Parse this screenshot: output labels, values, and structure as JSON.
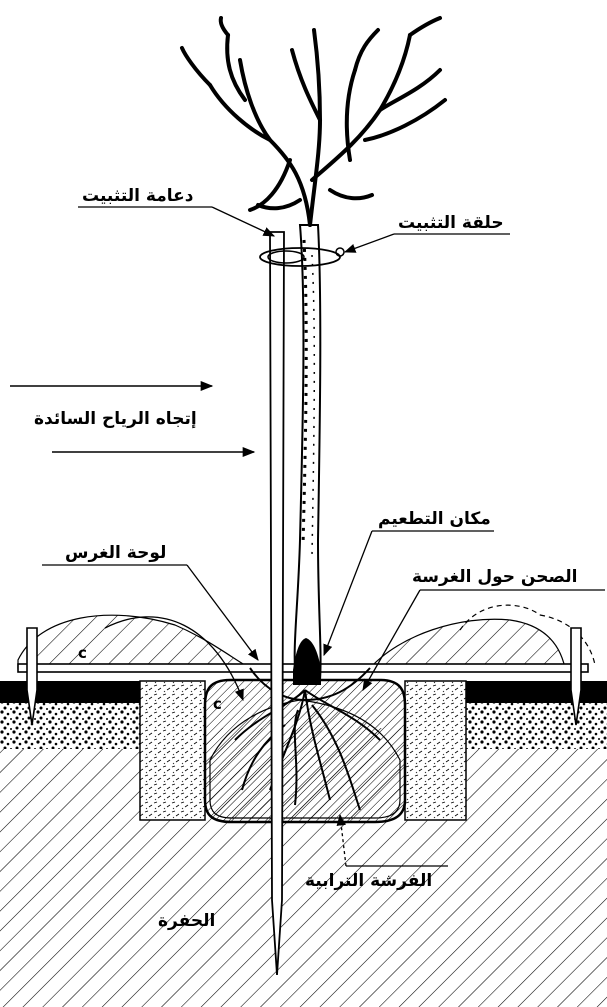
{
  "labels": {
    "stake": "دعامة التثبيت",
    "tie_ring": "حلقة التثبيت",
    "wind_direction": "إتجاه الرياح السائدة",
    "graft_point": "مكان التطعيم",
    "planting_board": "لوحة الغرس",
    "basin": "الصحن حول الغرسة",
    "soil_bed": "الفرشة الترابية",
    "pit": "الحفرة",
    "c_left": "c",
    "c_mid": "c"
  },
  "colors": {
    "ink": "#000000",
    "paper": "#ffffff"
  }
}
